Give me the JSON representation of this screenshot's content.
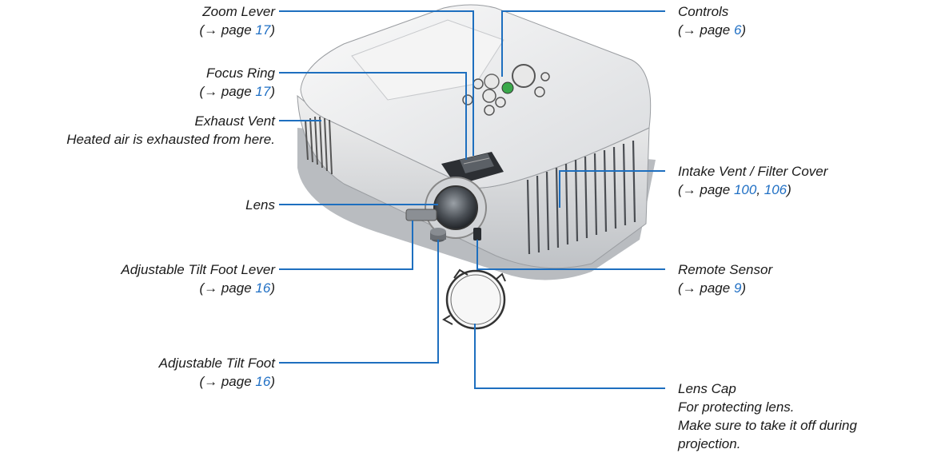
{
  "colors": {
    "leader": "#1e6fbf",
    "page_link": "#1f6fc4",
    "text": "#1a1a1a"
  },
  "labels": {
    "zoom_lever": {
      "title": "Zoom Lever",
      "prefix": "(→ page ",
      "page": "17",
      "suffix": ")"
    },
    "focus_ring": {
      "title": "Focus Ring",
      "prefix": "(→ page ",
      "page": "17",
      "suffix": ")"
    },
    "exhaust_vent": {
      "title": "Exhaust Vent",
      "note": "Heated air is exhausted from here."
    },
    "lens": {
      "title": "Lens"
    },
    "tilt_lever": {
      "title": "Adjustable Tilt Foot Lever",
      "prefix": "(→ page ",
      "page": "16",
      "suffix": ")"
    },
    "tilt_foot": {
      "title": "Adjustable Tilt Foot",
      "prefix": "(→ page ",
      "page": "16",
      "suffix": ")"
    },
    "controls": {
      "title": "Controls",
      "prefix": "(→ page ",
      "page": "6",
      "suffix": ")"
    },
    "intake_vent": {
      "title": "Intake Vent / Filter Cover",
      "prefix": "(→ page ",
      "page1": "100",
      "sep": ", ",
      "page2": "106",
      "suffix": ")"
    },
    "remote_sensor": {
      "title": "Remote Sensor",
      "prefix": "(→ page ",
      "page": "9",
      "suffix": ")"
    },
    "lens_cap": {
      "title": "Lens Cap",
      "note1": "For protecting lens.",
      "note2": "Make sure to take it off during",
      "note3": "projection."
    }
  }
}
